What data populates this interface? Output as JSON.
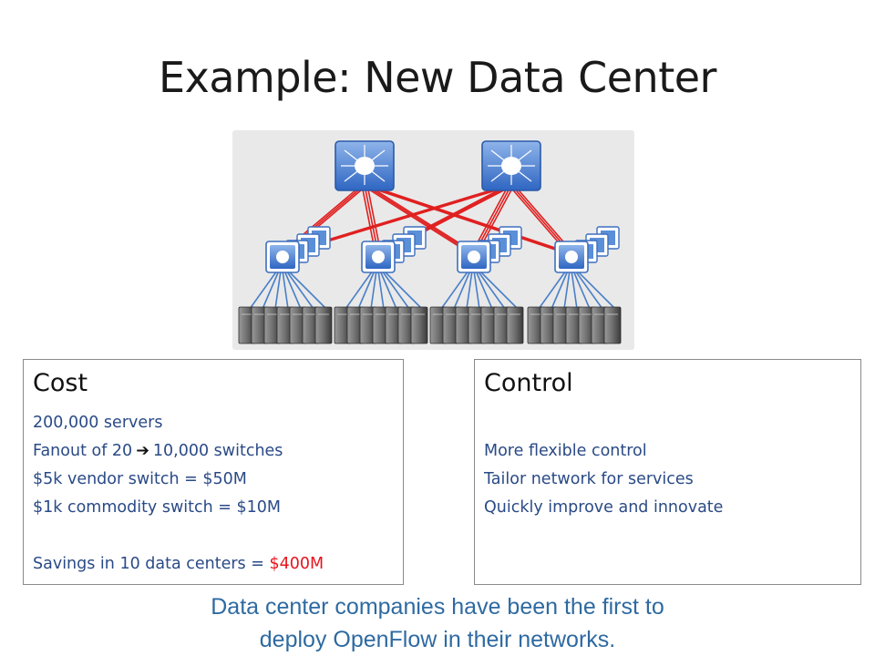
{
  "slide": {
    "title": "Example: New Data Center"
  },
  "cost": {
    "heading": "Cost",
    "line1": "200,000 servers",
    "line2_a": "Fanout of 20",
    "line2_arrow": "➔",
    "line2_b": "10,000 switches",
    "line3": "$5k vendor switch = $50M",
    "line4": "$1k commodity switch = $10M",
    "line5_a": "Savings in 10 data centers = ",
    "line5_b": "$400M"
  },
  "control": {
    "heading": "Control",
    "line1": "More flexible control",
    "line2": "Tailor network for services",
    "line3": "Quickly improve and innovate"
  },
  "footer": {
    "line1": "Data center companies have been the first to",
    "line2": "deploy OpenFlow in their networks."
  },
  "colors": {
    "accent_text": "#2a4a86",
    "highlight": "#e8131b",
    "footer_text": "#2e6aa1",
    "link_red": "#e02020",
    "link_blue": "#4a7fc8"
  }
}
